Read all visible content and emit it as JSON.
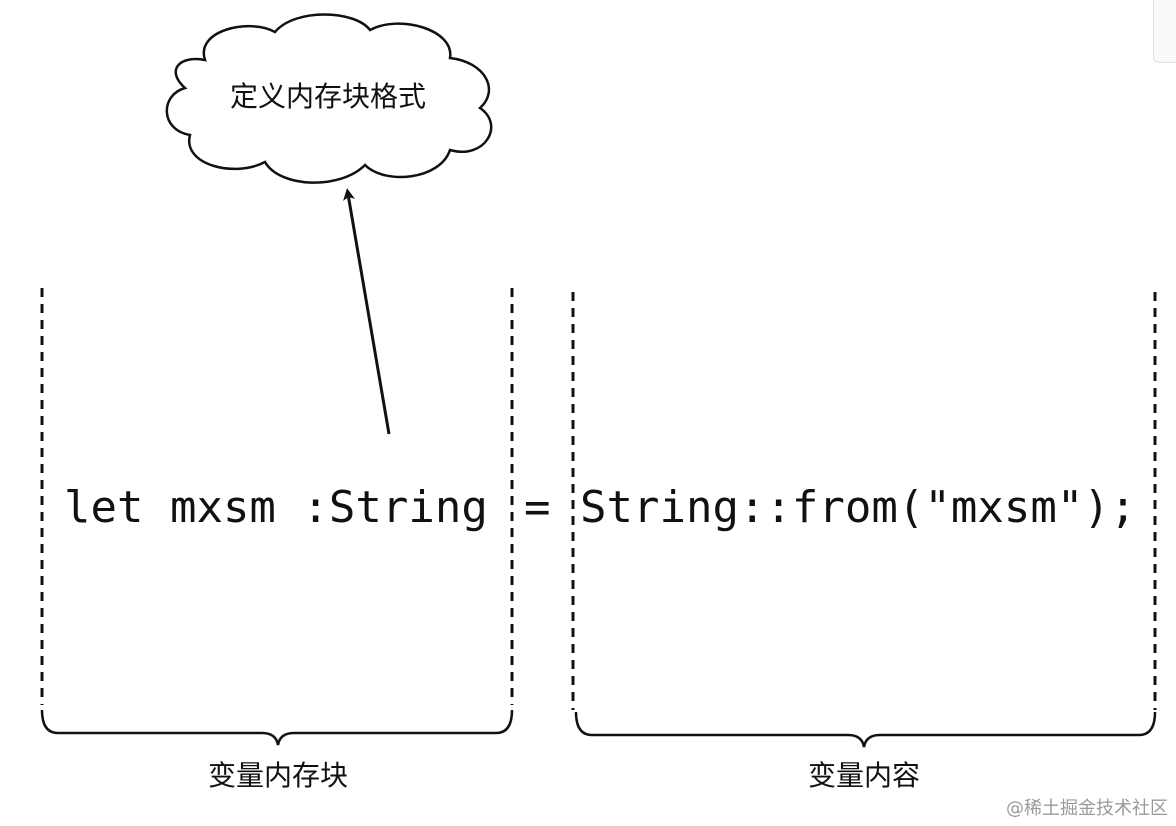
{
  "diagram": {
    "cloud_label": "定义内存块格式",
    "code": {
      "left": "let mxsm :String",
      "equals": "=",
      "right": "String::from(\"mxsm\");"
    },
    "left_brace_label": "变量内存块",
    "right_brace_label": "变量内容"
  },
  "watermark": "@稀土掘金技术社区",
  "colors": {
    "stroke": "#111111",
    "watermark": "#9a9a9a",
    "background": "#ffffff"
  }
}
